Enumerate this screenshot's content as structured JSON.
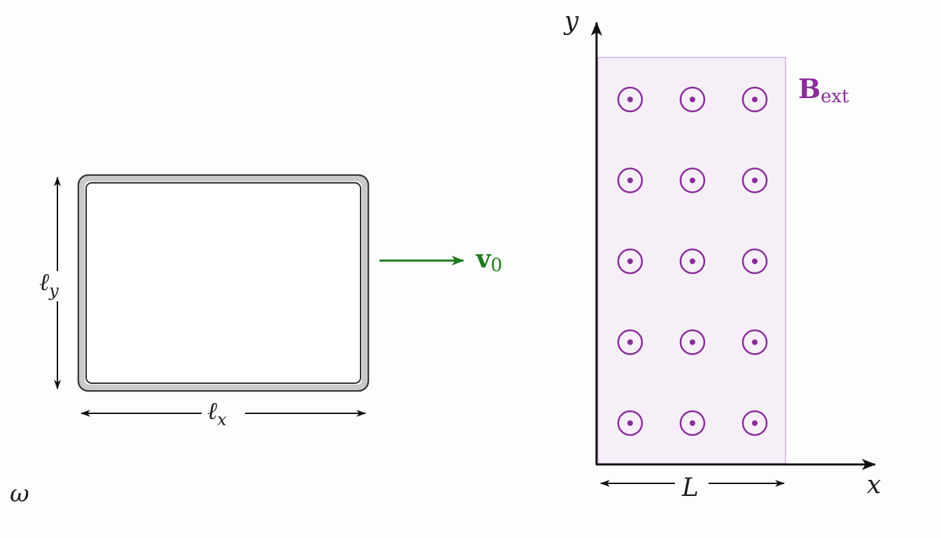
{
  "loop": {
    "width_label": "ℓ",
    "width_sub": "x",
    "height_label": "ℓ",
    "height_sub": "y"
  },
  "velocity": {
    "label": "v",
    "sub": "0",
    "color": "#1e7a1e"
  },
  "field": {
    "label": "B",
    "sub": "ext",
    "color": "#8a2d99",
    "region_fill": "#f6eff8",
    "region_edge": "#cfb0d8",
    "symbol": "out-of-page",
    "rows": 5,
    "cols": 3
  },
  "axes": {
    "x_label": "x",
    "y_label": "y",
    "width_label": "L"
  },
  "corner_label": "ω"
}
